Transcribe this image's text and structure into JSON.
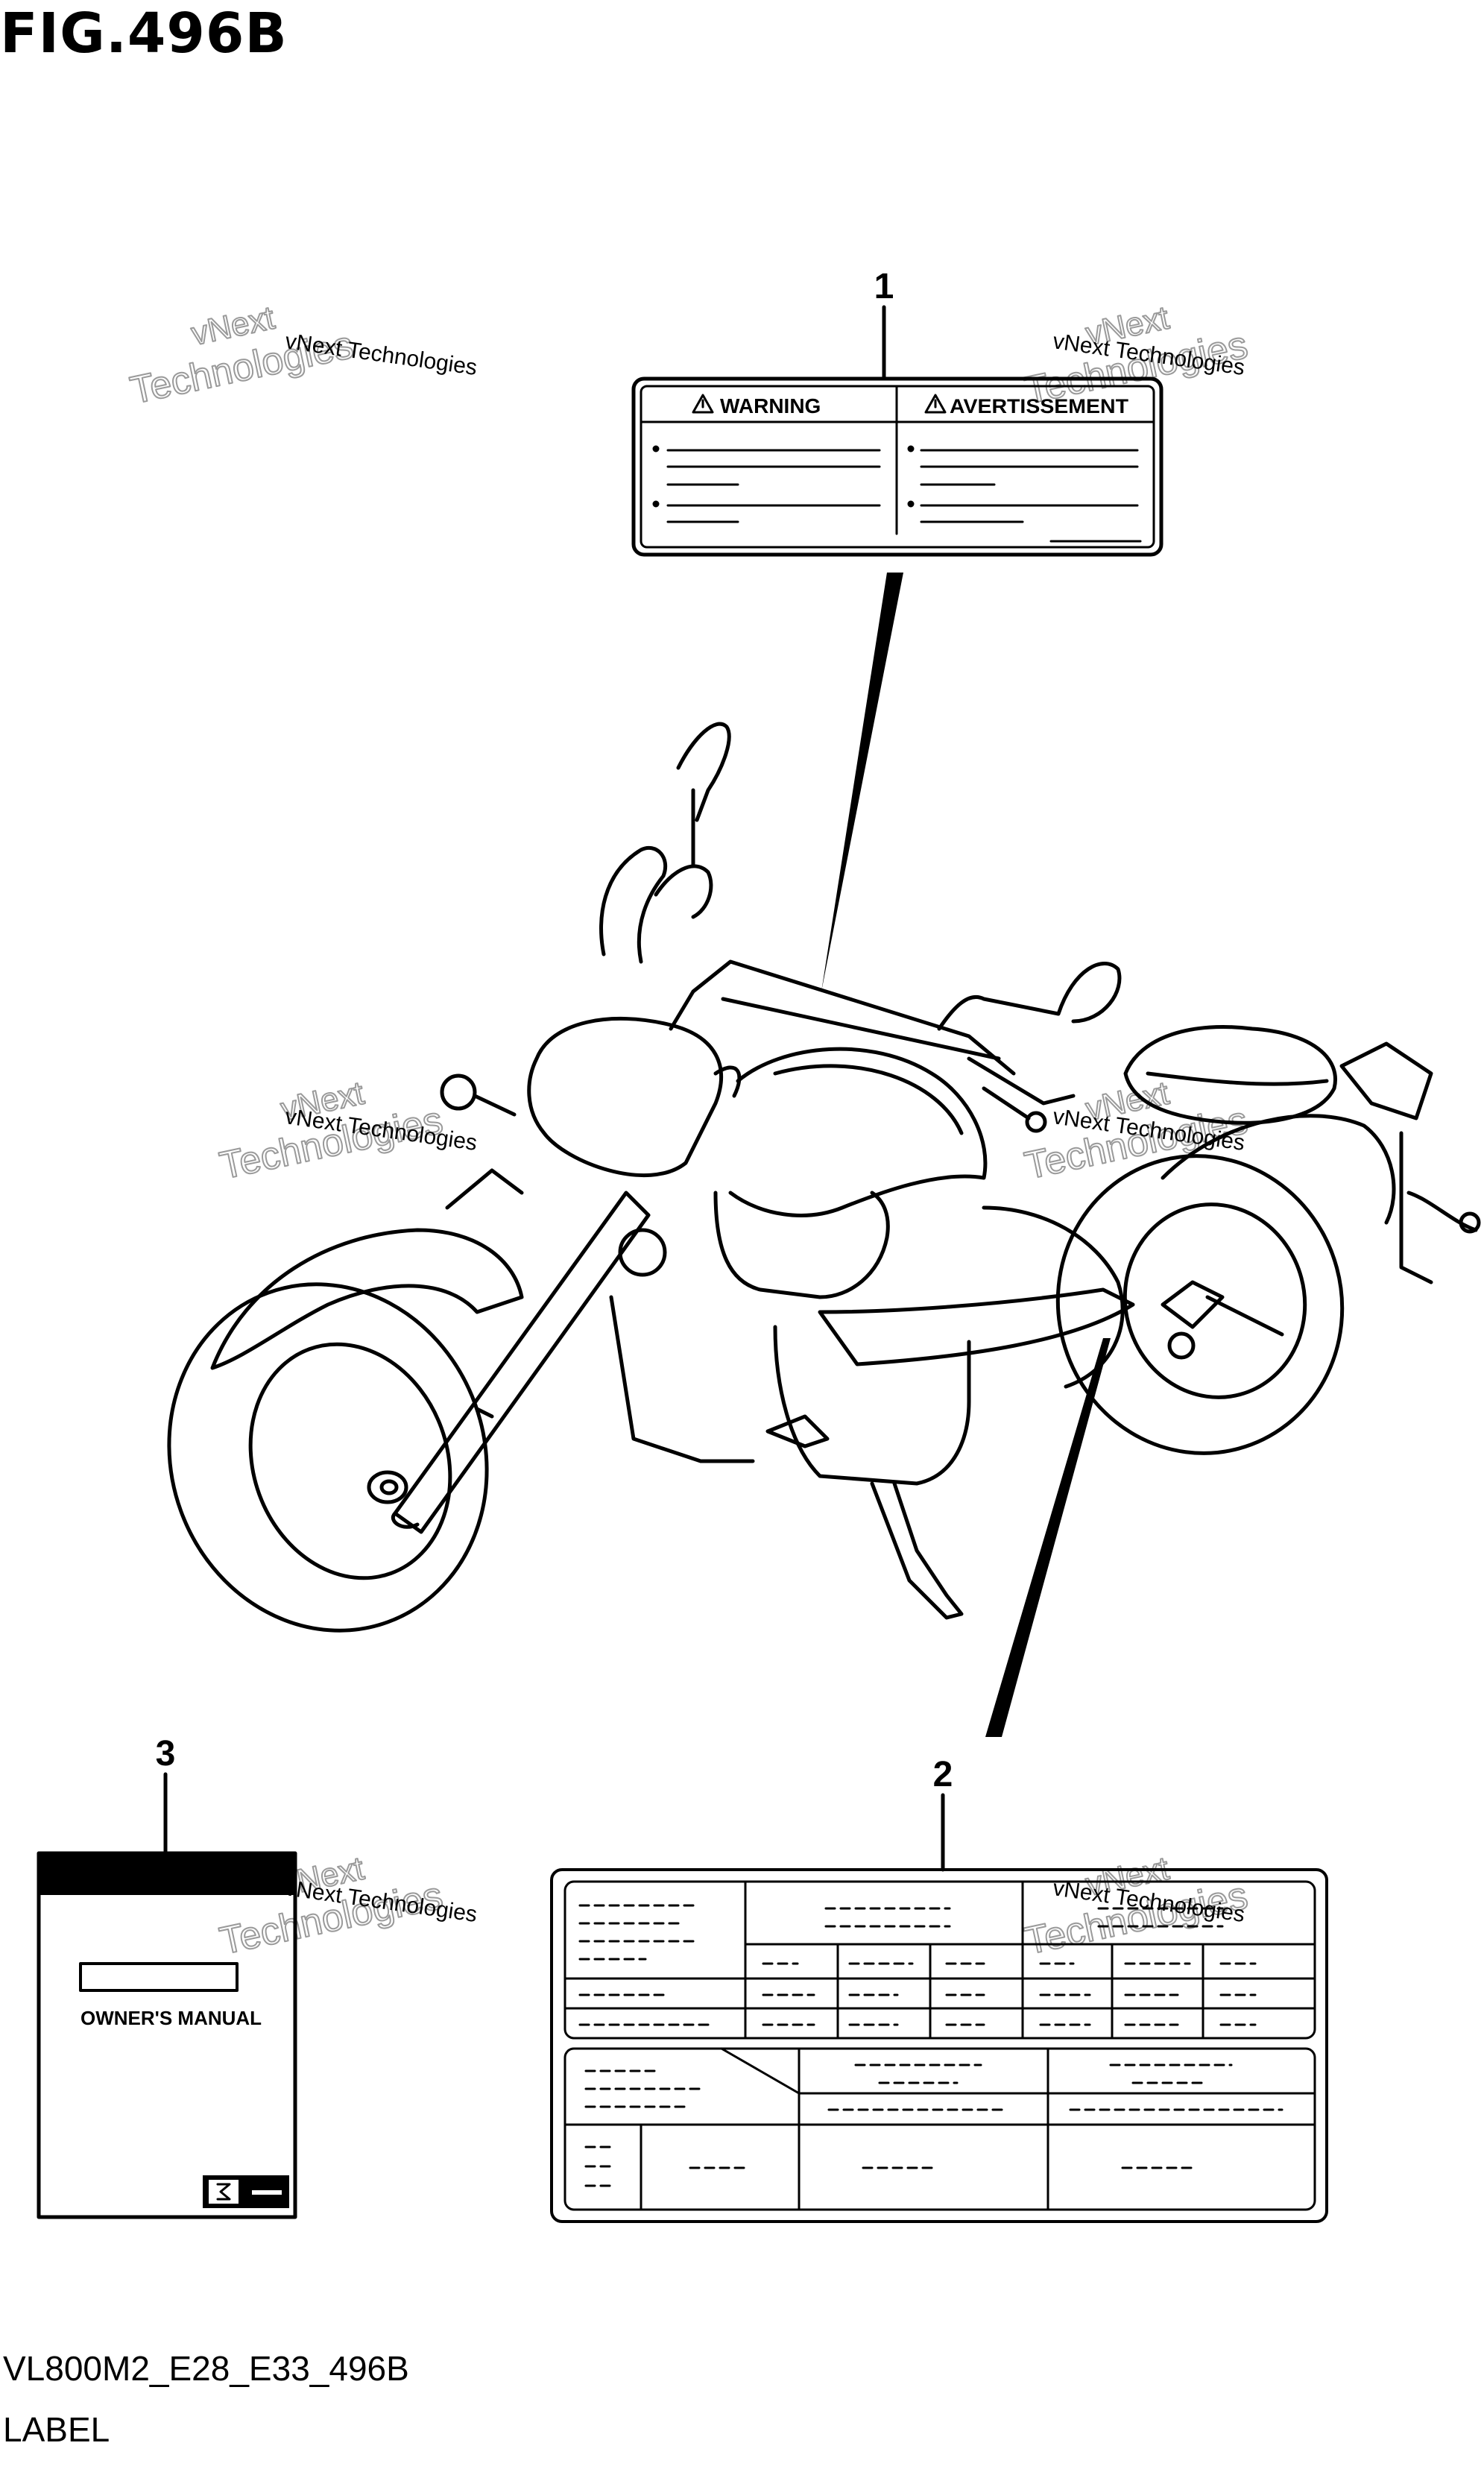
{
  "figure": {
    "title": "FIG.496B",
    "code": "VL800M2_E28_E33_496B",
    "name": "LABEL"
  },
  "callouts": {
    "label_1": "1",
    "label_2": "2",
    "label_3": "3"
  },
  "warning_label": {
    "left_heading": "WARNING",
    "right_heading": "AVERTISSEMENT"
  },
  "manual": {
    "title": "OWNER'S MANUAL"
  },
  "watermarks": [
    {
      "line1": "vNext Technologies",
      "line2": "vNext",
      "line3": "Technologies"
    },
    {
      "line1": "vNext Technologies",
      "line2": "vNext",
      "line3": "Technologies"
    },
    {
      "line1": "vNext Technologies",
      "line2": "vNext",
      "line3": "Technologies"
    },
    {
      "line1": "vNext Technologies",
      "line2": "vNext",
      "line3": "Technologies"
    },
    {
      "line1": "vNext Technologies",
      "line2": "vNext",
      "line3": "Technologies"
    },
    {
      "line1": "vNext Technologies",
      "line2": "vNext",
      "line3": "Technologies"
    }
  ],
  "colors": {
    "ink": "#000000",
    "paper": "#ffffff",
    "watermark": "#9a9a9a"
  }
}
